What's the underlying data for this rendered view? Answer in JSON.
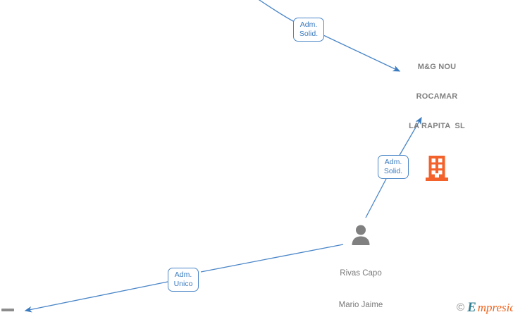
{
  "diagram": {
    "type": "corporate-relationship-graph",
    "accent_line_color": "#4a86c8",
    "company_icon_color": "#f4622b",
    "person_icon_color": "#808080"
  },
  "company": {
    "name_lines": [
      "M&G NOU",
      "ROCAMAR",
      "LA RAPITA  SL"
    ],
    "icon": "building-icon"
  },
  "person": {
    "name_lines": [
      "Rivas Capo",
      "Mario Jaime"
    ],
    "icon": "person-icon"
  },
  "relations": [
    {
      "id": "rel-top",
      "line1": "Adm.",
      "line2": "Solid."
    },
    {
      "id": "rel-middle",
      "line1": "Adm.",
      "line2": "Solid."
    },
    {
      "id": "rel-bottom",
      "line1": "Adm.",
      "line2": "Unico"
    }
  ],
  "watermark": {
    "copyright": "©",
    "brand_initial": "E",
    "brand_rest": "mpresia"
  }
}
